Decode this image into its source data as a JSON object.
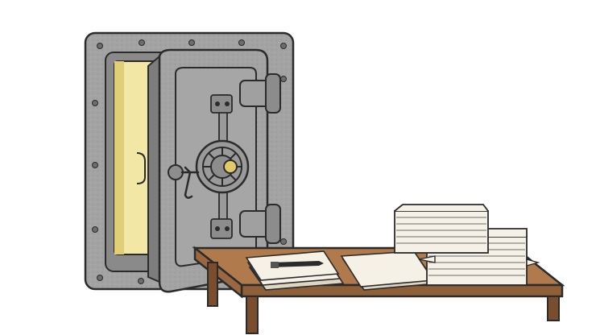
{
  "scene": {
    "description_visible_text": "",
    "palette": {
      "background": "#ffffff",
      "steel": "#9c9c9c",
      "steel_light": "#b9b9b9",
      "steel_dark": "#7d7d7d",
      "outline": "#2b2b2b",
      "vault_interior": "#f3e7a6",
      "vault_interior_shadow": "#e0cf78",
      "table_top": "#b07a4c",
      "table_front": "#8f5f38",
      "table_leg": "#7a4e2d",
      "paper": "#f5f1e6",
      "paper_shadow": "#ddd6c4",
      "pen": "#2b2b2b"
    },
    "objects": [
      "vault-safe",
      "vault-door",
      "combination-dial",
      "door-handle",
      "hinges",
      "wooden-table",
      "paper-stacks",
      "pen"
    ]
  }
}
